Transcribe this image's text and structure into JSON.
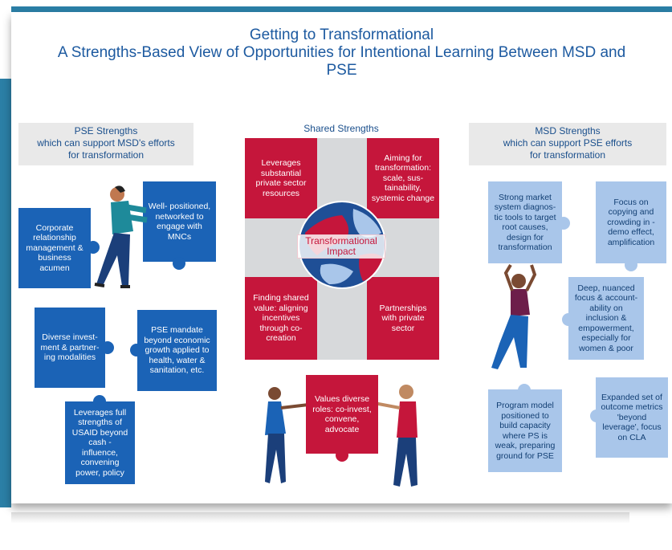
{
  "title": {
    "line1": "Getting to Transformational",
    "line2": "A Strengths-Based View of Opportunities for Intentional Learning Between MSD and",
    "line3": "PSE"
  },
  "pse": {
    "heading_line1": "PSE Strengths",
    "heading_line2": "which can support MSD's efforts",
    "heading_line3": "for transformation",
    "pieces": [
      "Corporate relationship management & business acumen",
      "Well- positioned, networked to engage with MNCs",
      "Diverse invest- ment & partner- ing modalities",
      "PSE mandate beyond economic growth applied to health, water & sanitation, etc.",
      "Leverages full strengths of USAID beyond cash - influence, convening power, policy"
    ]
  },
  "shared": {
    "heading": "Shared Strengths",
    "quadrants": [
      "Leverages substantial private sector resources",
      "Aiming for transformation: scale, sus- tainability, systemic change",
      "Finding shared value: aligning incentives through co-creation",
      "Partnerships with private sector"
    ],
    "center_line1": "Transformational",
    "center_line2": "Impact",
    "bottom_piece": "Values diverse roles: co-invest, convene, advocate"
  },
  "msd": {
    "heading_line1": "MSD Strengths",
    "heading_line2": "which can support PSE efforts",
    "heading_line3": "for transformation",
    "pieces": [
      "Strong market system diagnos- tic tools to target root causes, design for transformation",
      "Focus on copying and crowding in - demo effect, amplification",
      "Deep, nuanced focus & account- ability on inclusion & empowerment, especially for women & poor",
      "Program model positioned to build capacity where PS is weak, preparing ground for PSE",
      "Expanded set of outcome metrics 'beyond leverage', focus on CLA"
    ]
  },
  "colors": {
    "dark_blue": "#1b63b6",
    "light_blue": "#a9c6ea",
    "red": "#c5163b",
    "title_blue": "#1d5aa0",
    "frame_teal": "#2b7fa6"
  }
}
